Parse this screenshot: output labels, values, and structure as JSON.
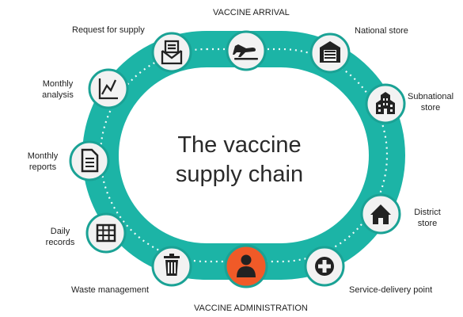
{
  "title": {
    "line1": "The vaccine",
    "line2": "supply chain"
  },
  "colors": {
    "track": "#1cb4a6",
    "track_dark": "#149e91",
    "node_fill": "#f2f2f2",
    "node_border": "#1aa295",
    "highlight": "#f05a28",
    "icon": "#222222"
  },
  "nodes": [
    {
      "id": "vaccine-arrival",
      "label": "VACCINE ARRIVAL",
      "icon": "airplane-landing-icon"
    },
    {
      "id": "national-store",
      "label": "National store",
      "icon": "warehouse-icon"
    },
    {
      "id": "subnational-store",
      "label_lines": [
        "Subnational",
        "store"
      ],
      "icon": "building-icon"
    },
    {
      "id": "district-store",
      "label_lines": [
        "District",
        "store"
      ],
      "icon": "house-icon"
    },
    {
      "id": "service-delivery-point",
      "label": "Service-delivery point",
      "icon": "medical-cross-icon"
    },
    {
      "id": "vaccine-administration",
      "label": "VACCINE ADMINISTRATION",
      "icon": "person-icon",
      "highlighted": true
    },
    {
      "id": "waste-management",
      "label": "Waste management",
      "icon": "trash-can-icon"
    },
    {
      "id": "daily-records",
      "label_lines": [
        "Daily",
        "records"
      ],
      "icon": "table-grid-icon"
    },
    {
      "id": "monthly-reports",
      "label_lines": [
        "Monthly",
        "reports"
      ],
      "icon": "document-icon"
    },
    {
      "id": "monthly-analysis",
      "label_lines": [
        "Monthly",
        "analysis"
      ],
      "icon": "line-chart-icon"
    },
    {
      "id": "request-for-supply",
      "label": "Request for supply",
      "icon": "envelope-icon"
    }
  ]
}
